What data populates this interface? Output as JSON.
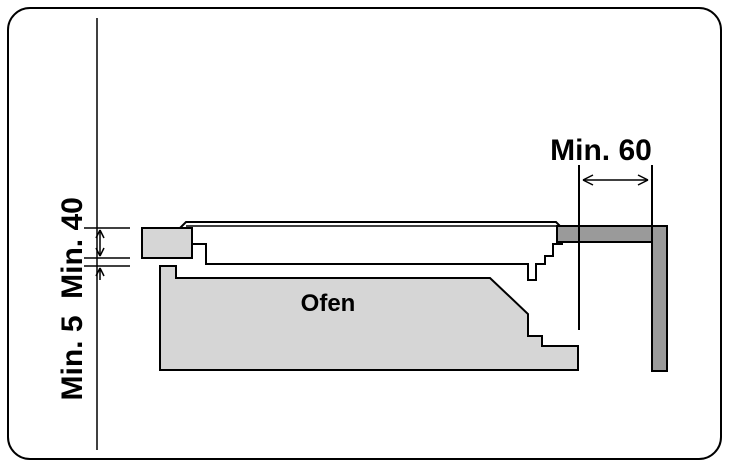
{
  "diagram": {
    "labels": {
      "oven": "Ofen",
      "side_clearance": "Min. 60",
      "top_clearance": "Min. 40",
      "bottom_clearance": "Min. 5"
    },
    "colors": {
      "fill_light": "#d6d6d6",
      "fill_dark": "#9a9a9a",
      "stroke": "#000000",
      "background": "#ffffff"
    }
  }
}
